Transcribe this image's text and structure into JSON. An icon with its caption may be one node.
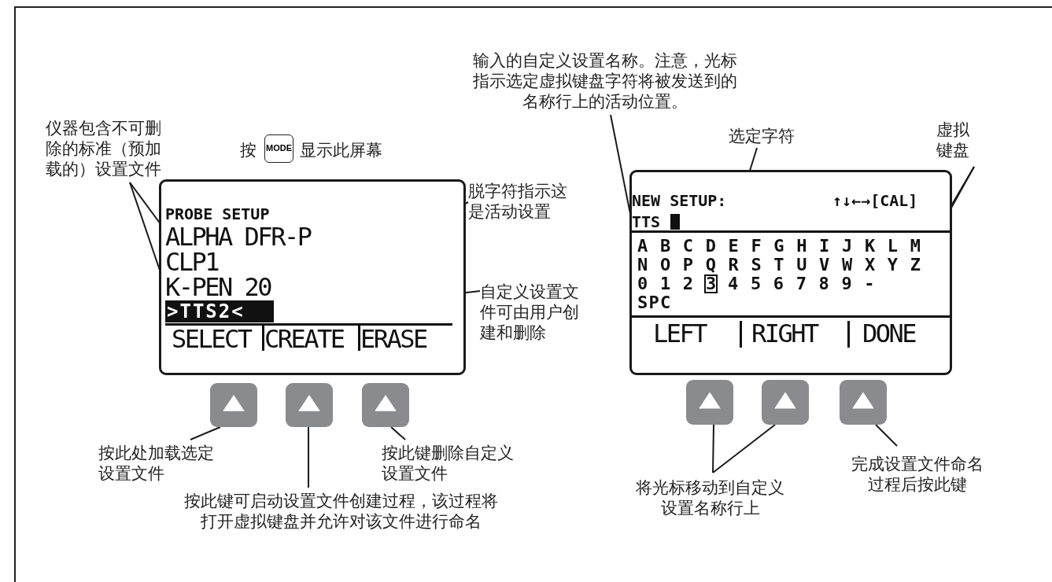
{
  "diagram": {
    "nodes": [
      {
        "text": [
          "输入的自定义设置名称。注意，光标指示选定虚拟键盘字符将被发送到的名称行上的活动位置。"
        ]
      },
      {
        "text": [
          "仪器包含不可删除的标准（预加载的）设置文件"
        ]
      },
      {
        "text": [
          "选定字符"
        ]
      },
      {
        "text": [
          "虚拟键盘"
        ]
      },
      {
        "text": [],
        "shape": "box"
      },
      {
        "text": [
          "PROBE SETUP"
        ],
        "in": 4
      },
      {
        "text": [
          "ALPHA DFR-P"
        ],
        "in": 4
      },
      {
        "text": [
          "CLP1"
        ],
        "in": 4
      },
      {
        "text": [
          "K-PEN 20"
        ],
        "in": 4
      },
      {
        "text": [
          ">TTS2<"
        ],
        "in": 4
      },
      {
        "text": [
          "SELECT"
        ],
        "in": 4
      },
      {
        "text": [
          "CREATE"
        ],
        "in": 4
      },
      {
        "text": [
          "ERASE"
        ],
        "in": 4
      },
      {
        "text": [
          "脱字符指示这是活动设置"
        ]
      },
      {
        "text": [
          "自定义设置文件可由用户创建和删除"
        ]
      },
      {
        "text": [],
        "shape": "box"
      },
      {
        "text": [
          "NEW SETUP:"
        ],
        "in": 15
      },
      {
        "text": [
          "↑↓←→[CAL]"
        ],
        "in": 15
      },
      {
        "text": [
          "TTS"
        ],
        "in": 15
      },
      {
        "text": [
          "A B C D E F G H I J K L M"
        ],
        "in": 15
      },
      {
        "text": [
          "N O P Q R S T U V W X Y Z"
        ],
        "in": 15
      },
      {
        "text": [
          "0 1 2"
        ],
        "in": 15
      },
      {
        "text": [
          "3"
        ],
        "in": 15
      },
      {
        "text": [
          "4 5 6 7 8 9 -"
        ],
        "in": 15
      },
      {
        "text": [
          "SPC"
        ],
        "in": 15
      },
      {
        "text": [
          "LEFT"
        ],
        "in": 15
      },
      {
        "text": [
          "RIGHT"
        ],
        "in": 15
      },
      {
        "text": [
          "DONE"
        ],
        "in": 15
      },
      {
        "text": [],
        "shape": "box"
      },
      {
        "text": [],
        "shape": "box"
      },
      {
        "text": [],
        "shape": "box"
      },
      {
        "text": [],
        "shape": "box"
      },
      {
        "text": [],
        "shape": "box"
      },
      {
        "text": [],
        "shape": "box"
      },
      {
        "text": [
          "按此处加载选定设置文件"
        ]
      },
      {
        "text": [
          "按此键删除自定义设置文件"
        ]
      },
      {
        "text": [
          "按此键可启动设置文件创建过程，该过程将打开虚拟键盘并允许对该文件进行命名"
        ]
      },
      {
        "text": [
          "将光标移动到自定义设置名称行上"
        ]
      },
      {
        "text": [
          "完成设置文件命名过程后按此键"
        ]
      }
    ],
    "edges": [
      {
        "from": 1,
        "to": 6,
        "arrow": "none"
      },
      {
        "from": 1,
        "to": 8,
        "arrow": "none"
      },
      {
        "from": 13,
        "to": 9,
        "arrow": "none"
      },
      {
        "from": 14,
        "to": 9,
        "arrow": "none"
      },
      {
        "from": 0,
        "to": 18,
        "arrow": "none"
      },
      {
        "from": 2,
        "to": 22,
        "arrow": "none"
      },
      {
        "from": 3,
        "to": 19,
        "arrow": "none"
      },
      {
        "from": 3,
        "to": 20,
        "arrow": "none"
      },
      {
        "from": 34,
        "to": 28,
        "arrow": "none"
      },
      {
        "from": 36,
        "to": 29,
        "arrow": "none"
      },
      {
        "from": 35,
        "to": 30,
        "arrow": "none"
      },
      {
        "from": 37,
        "to": 31,
        "arrow": "none"
      },
      {
        "from": 37,
        "to": 32,
        "arrow": "none"
      },
      {
        "from": 38,
        "to": 33,
        "arrow": "none"
      }
    ],
    "labels": [
      "按",
      "MODE",
      "显示此屏幕"
    ]
  }
}
